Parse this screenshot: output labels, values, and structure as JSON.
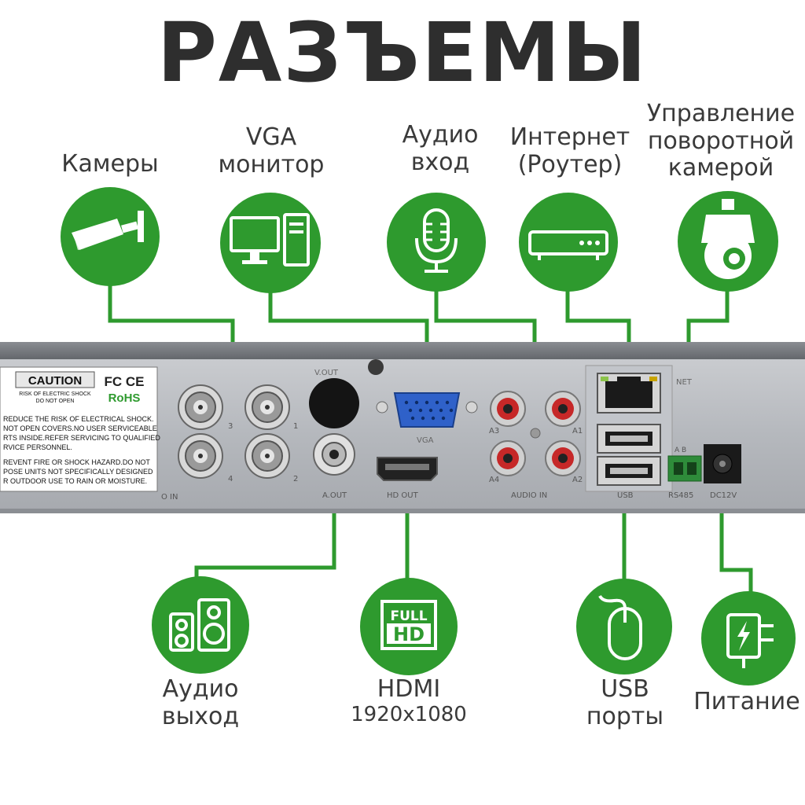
{
  "title": "РАЗЪЕМЫ",
  "colors": {
    "accent": "#2e9a2e",
    "text": "#3a3a3a",
    "title": "#2e2e2e"
  },
  "top_connectors": [
    {
      "id": "cameras",
      "lines": [
        "Камеры"
      ],
      "icon": "cctv-camera-icon"
    },
    {
      "id": "vga",
      "lines": [
        "VGA",
        "монитор"
      ],
      "icon": "desktop-computer-icon"
    },
    {
      "id": "audio-in",
      "lines": [
        "Аудио",
        "вход"
      ],
      "icon": "microphone-icon"
    },
    {
      "id": "internet",
      "lines": [
        "Интернет",
        "(Роутер)"
      ],
      "icon": "router-icon"
    },
    {
      "id": "ptz",
      "lines": [
        "Управление",
        "поворотной",
        "камерой"
      ],
      "icon": "ptz-dome-camera-icon"
    }
  ],
  "bottom_connectors": [
    {
      "id": "audio-out",
      "lines": [
        "Аудио",
        "выход"
      ],
      "icon": "speakers-icon"
    },
    {
      "id": "hdmi",
      "lines": [
        "HDMI"
      ],
      "sub": "1920x1080",
      "icon": "full-hd-icon"
    },
    {
      "id": "usb",
      "lines": [
        "USB",
        "порты"
      ],
      "icon": "mouse-icon"
    },
    {
      "id": "power",
      "lines": [
        "Питание"
      ],
      "icon": "power-plug-icon"
    }
  ],
  "device": {
    "caution": {
      "header": "CAUTION",
      "sub1": "RISK OF ELECTRIC SHOCK",
      "sub2": "DO NOT OPEN",
      "certs": [
        "FC CE",
        "RoHS"
      ],
      "text": [
        "REDUCE THE RISK OF ELECTRICAL SHOCK.",
        "NOT OPEN COVERS.NO USER SERVICEABLE",
        "RTS INSIDE.REFER SERVICING TO QUALIFIED",
        "RVICE PERSONNEL.",
        "REVENT FIRE OR SHOCK HAZARD.DO NOT",
        "POSE UNITS NOT SPECIFICALLY DESIGNED",
        "R OUTDOOR USE TO RAIN OR MOISTURE."
      ]
    },
    "port_labels": {
      "bnc": [
        "3",
        "1",
        "4",
        "2"
      ],
      "video_in": "O IN",
      "vout": "V.OUT",
      "vga": "VGA",
      "a_out": "A.OUT",
      "hd_out": "HD OUT",
      "rca": [
        "A3",
        "A1",
        "A4",
        "A2"
      ],
      "audio_in": "AUDIO IN",
      "usb": "USB",
      "rs485": "RS485",
      "rs485_pins": "A  B",
      "dc12v": "DC12V",
      "net": "NET"
    }
  }
}
